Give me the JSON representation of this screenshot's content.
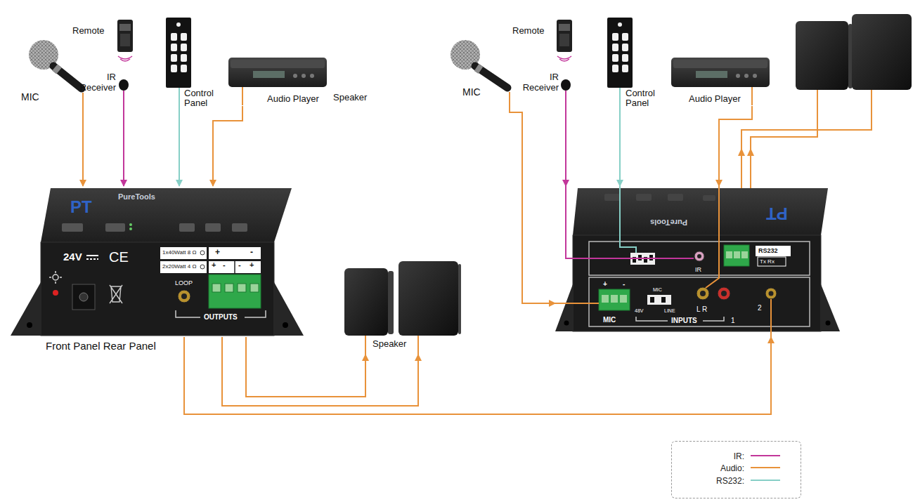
{
  "diagram": {
    "nodes": [
      {
        "text": [
          "MIC"
        ]
      },
      {
        "text": [
          "Remote"
        ]
      },
      {
        "text": [
          "IR Receiver"
        ]
      },
      {
        "text": [
          "Control Panel"
        ]
      },
      {
        "text": [
          "Audio Player"
        ]
      },
      {
        "text": [
          "PureTools",
          "PT",
          "24V",
          "CE",
          "1x40Watt 8 Ω",
          "2x20Watt 4 Ω",
          "+",
          "-",
          "+",
          "-",
          "-",
          "+",
          "LOOP",
          "OUTPUTS"
        ]
      },
      {
        "text": [
          "Speaker"
        ]
      },
      {
        "text": [
          "MIC"
        ]
      },
      {
        "text": [
          "Remote"
        ]
      },
      {
        "text": [
          "IR Receiver"
        ]
      },
      {
        "text": [
          "Control Panel"
        ]
      },
      {
        "text": [
          "Audio Player"
        ]
      },
      {
        "text": [
          "PureTools",
          "PT",
          "IR",
          "RS232",
          "Tx Rx",
          "+",
          "-",
          "MIC",
          "48V",
          "LINE",
          "L R",
          "2",
          "MIC",
          "INPUTS",
          "1"
        ]
      }
    ],
    "edges": [
      {
        "from": 0,
        "to": 5,
        "arrow": "to"
      },
      {
        "from": 2,
        "to": 5,
        "arrow": "to"
      },
      {
        "from": 3,
        "to": 5,
        "arrow": "to"
      },
      {
        "from": 4,
        "to": 5,
        "arrow": "to"
      },
      {
        "from": 5,
        "to": 6,
        "arrow": "to"
      },
      {
        "from": 5,
        "to": 6,
        "arrow": "to"
      },
      {
        "from": 5,
        "to": 12,
        "arrow": "to"
      },
      {
        "from": 7,
        "to": 12,
        "arrow": "to"
      },
      {
        "from": 9,
        "to": 12,
        "arrow": "to"
      },
      {
        "from": 10,
        "to": 12,
        "arrow": "to"
      },
      {
        "from": 11,
        "to": 12,
        "arrow": "to"
      }
    ],
    "labels": [
      "Speaker",
      "Front Panel Rear Panel"
    ],
    "legend": [
      {
        "text": "IR:"
      },
      {
        "text": "Audio:"
      },
      {
        "text": "RS232:"
      }
    ]
  }
}
